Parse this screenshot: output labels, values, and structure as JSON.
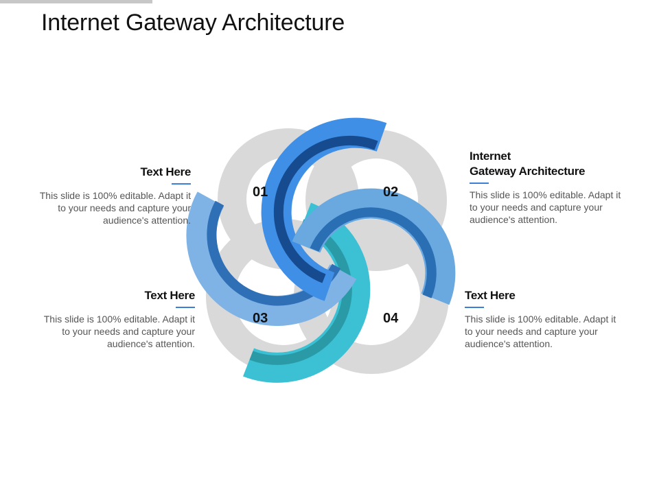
{
  "slide": {
    "title": "Internet Gateway Architecture"
  },
  "diagram": {
    "numbers": [
      "01",
      "02",
      "03",
      "04"
    ],
    "colors": {
      "ring_gray": "#d9d9d9",
      "arc1_outer": "#3f8fe6",
      "arc1_inner": "#174b8f",
      "arc2_outer": "#7fb3e6",
      "arc2_inner": "#2f6fb6",
      "arc3_outer": "#3cc0d4",
      "arc3_inner": "#2a9aa6",
      "arc4_outer": "#6aa8e0",
      "arc4_inner": "#2a6eb4"
    }
  },
  "blocks": [
    {
      "heading": "Text Here",
      "body": "This slide is 100% editable. Adapt it to your needs and capture your audience's attention."
    },
    {
      "heading_line1": "Internet",
      "heading_line2": "Gateway Architecture",
      "body": "This slide is 100% editable. Adapt it to your needs and capture your audience's attention."
    },
    {
      "heading": "Text Here",
      "body": "This slide is 100% editable. Adapt it to your needs and capture your audience's attention."
    },
    {
      "heading": "Text Here",
      "body": "This slide is 100% editable. Adapt it to your needs and capture your audience's attention."
    }
  ]
}
